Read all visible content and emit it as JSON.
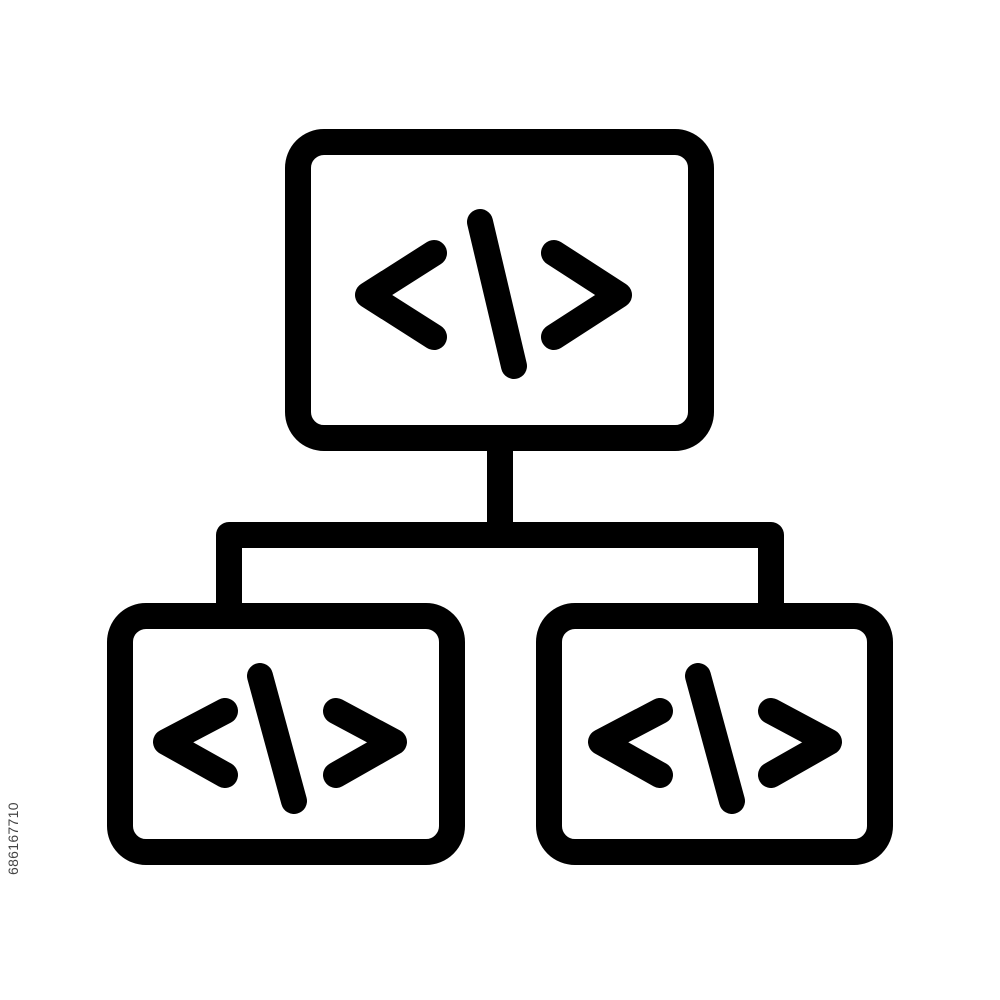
{
  "icon": {
    "name": "code-hierarchy-icon",
    "stroke_color": "#000000",
    "background": "#ffffff",
    "nodes": [
      {
        "id": "top",
        "glyph": "code-brackets-icon"
      },
      {
        "id": "left",
        "glyph": "code-brackets-icon"
      },
      {
        "id": "right",
        "glyph": "code-brackets-icon"
      }
    ]
  },
  "watermark": {
    "stock_id": "686167710"
  }
}
